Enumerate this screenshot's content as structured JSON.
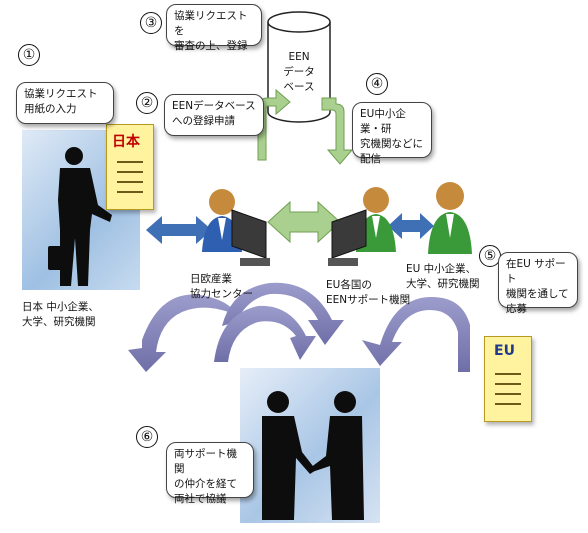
{
  "steps": {
    "s1": {
      "number": "①",
      "text": "協業リクエスト\n用紙の入力"
    },
    "s2": {
      "number": "②",
      "text": "EENデータベース\nへの登録申請"
    },
    "s3": {
      "number": "③",
      "text": "協業リクエストを\n審査の上、登録"
    },
    "s4": {
      "number": "④",
      "text": "EU中小企業・研\n究機関などに\n配信"
    },
    "s5": {
      "number": "⑤",
      "text": "在EU サポート\n機関を通して\n応募"
    },
    "s6": {
      "number": "⑥",
      "text": "両サポート機関\nの仲介を経て\n両社で協議"
    }
  },
  "database": {
    "label": "EEN\nデータ\nベース"
  },
  "documents": {
    "japan": "日本",
    "eu": "EU"
  },
  "actors": {
    "japan_party": "日本  中小企業、\n大学、研究機関",
    "japan_center": "日欧産業\n協力センター",
    "eu_een": "EU各国の\nEENサポート機関",
    "eu_party": "EU  中小企業、\n大学、研究機関"
  },
  "colors": {
    "arrow_blue": "#3f6fb5",
    "arrow_green": "#a9d08e",
    "arc_purple": "#8080b8",
    "doc_yellow": "#fff3a0"
  }
}
